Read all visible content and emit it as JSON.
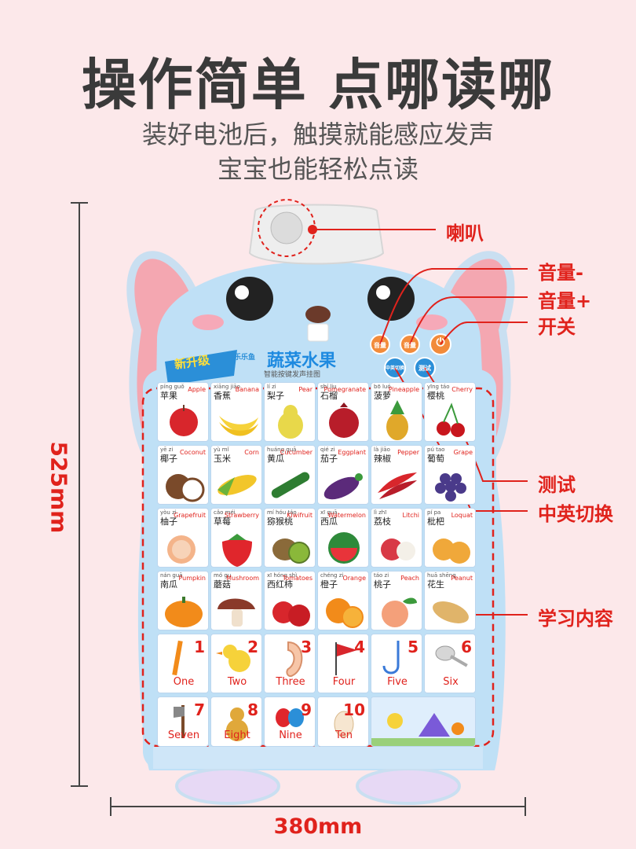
{
  "headline": "操作简单 点哪读哪",
  "subtitle_line1": "装好电池后，触摸就能感应发声",
  "subtitle_line2": "宝宝也能轻松点读",
  "height_label": "525mm",
  "width_label": "380mm",
  "badge_new": "新升级",
  "chart_title": "蔬菜水果",
  "chart_subtitle": "智能按键发声挂图",
  "brand": "乐乐鱼",
  "buttons": {
    "vol_down": "音量",
    "vol_up": "音量",
    "mode": "中英切换",
    "test": "测试"
  },
  "callouts": {
    "speaker": "喇叭",
    "vol_down": "音量-",
    "vol_up": "音量+",
    "power": "开关",
    "test": "测试",
    "lang": "中英切换",
    "content": "学习内容"
  },
  "colors": {
    "accent": "#e0221c",
    "background": "#fce8ea",
    "chart_blue": "#bfe0f6",
    "ear_pink": "#f4a7b1"
  },
  "rows": [
    [
      {
        "py": "píng guǒ",
        "cn": "苹果",
        "en": "Apple",
        "pic": "apple"
      },
      {
        "py": "xiāng jiāo",
        "cn": "香蕉",
        "en": "Banana",
        "pic": "banana"
      },
      {
        "py": "lí zi",
        "cn": "梨子",
        "en": "Pear",
        "pic": "pear"
      },
      {
        "py": "shí liu",
        "cn": "石榴",
        "en": "Pomegranate",
        "pic": "pomegranate"
      },
      {
        "py": "bō luó",
        "cn": "菠萝",
        "en": "Pineapple",
        "pic": "pineapple"
      },
      {
        "py": "yīng táo",
        "cn": "樱桃",
        "en": "Cherry",
        "pic": "cherry"
      }
    ],
    [
      {
        "py": "yē zi",
        "cn": "椰子",
        "en": "Coconut",
        "pic": "coconut"
      },
      {
        "py": "yù mǐ",
        "cn": "玉米",
        "en": "Corn",
        "pic": "corn"
      },
      {
        "py": "huáng guā",
        "cn": "黄瓜",
        "en": "Cucumber",
        "pic": "cucumber"
      },
      {
        "py": "qié zi",
        "cn": "茄子",
        "en": "Eggplant",
        "pic": "eggplant"
      },
      {
        "py": "là jiāo",
        "cn": "辣椒",
        "en": "Pepper",
        "pic": "pepper"
      },
      {
        "py": "pú tao",
        "cn": "葡萄",
        "en": "Grape",
        "pic": "grape"
      }
    ],
    [
      {
        "py": "yòu zi",
        "cn": "柚子",
        "en": "Grapefruit",
        "pic": "grapefruit"
      },
      {
        "py": "cǎo méi",
        "cn": "草莓",
        "en": "Strawberry",
        "pic": "strawberry"
      },
      {
        "py": "mí hóu táo",
        "cn": "猕猴桃",
        "en": "Kiwifruit",
        "pic": "kiwi"
      },
      {
        "py": "xī guā",
        "cn": "西瓜",
        "en": "Watermelon",
        "pic": "watermelon"
      },
      {
        "py": "lì zhī",
        "cn": "荔枝",
        "en": "Litchi",
        "pic": "litchi"
      },
      {
        "py": "pí pa",
        "cn": "枇杷",
        "en": "Loquat",
        "pic": "loquat"
      }
    ],
    [
      {
        "py": "nán guā",
        "cn": "南瓜",
        "en": "Pumpkin",
        "pic": "pumpkin"
      },
      {
        "py": "mó gu",
        "cn": "蘑菇",
        "en": "Mushroom",
        "pic": "mushroom"
      },
      {
        "py": "xī hóng shì",
        "cn": "西红柿",
        "en": "Tomatoes",
        "pic": "tomato"
      },
      {
        "py": "chéng zi",
        "cn": "橙子",
        "en": "Orange",
        "pic": "orange"
      },
      {
        "py": "táo zi",
        "cn": "桃子",
        "en": "Peach",
        "pic": "peach"
      },
      {
        "py": "huā shēng",
        "cn": "花生",
        "en": "Peanut",
        "pic": "peanut"
      }
    ]
  ],
  "numbers": [
    {
      "num": "1",
      "word": "One",
      "pic": "pencil"
    },
    {
      "num": "2",
      "word": "Two",
      "pic": "duck"
    },
    {
      "num": "3",
      "word": "Three",
      "pic": "ear"
    },
    {
      "num": "4",
      "word": "Four",
      "pic": "flag"
    },
    {
      "num": "5",
      "word": "Five",
      "pic": "hook"
    },
    {
      "num": "6",
      "word": "Six",
      "pic": "spoon"
    },
    {
      "num": "7",
      "word": "Seven",
      "pic": "axe"
    },
    {
      "num": "8",
      "word": "Eight",
      "pic": "gourd"
    },
    {
      "num": "9",
      "word": "Nine",
      "pic": "balloon"
    },
    {
      "num": "10",
      "word": "Ten",
      "pic": "egg"
    }
  ]
}
